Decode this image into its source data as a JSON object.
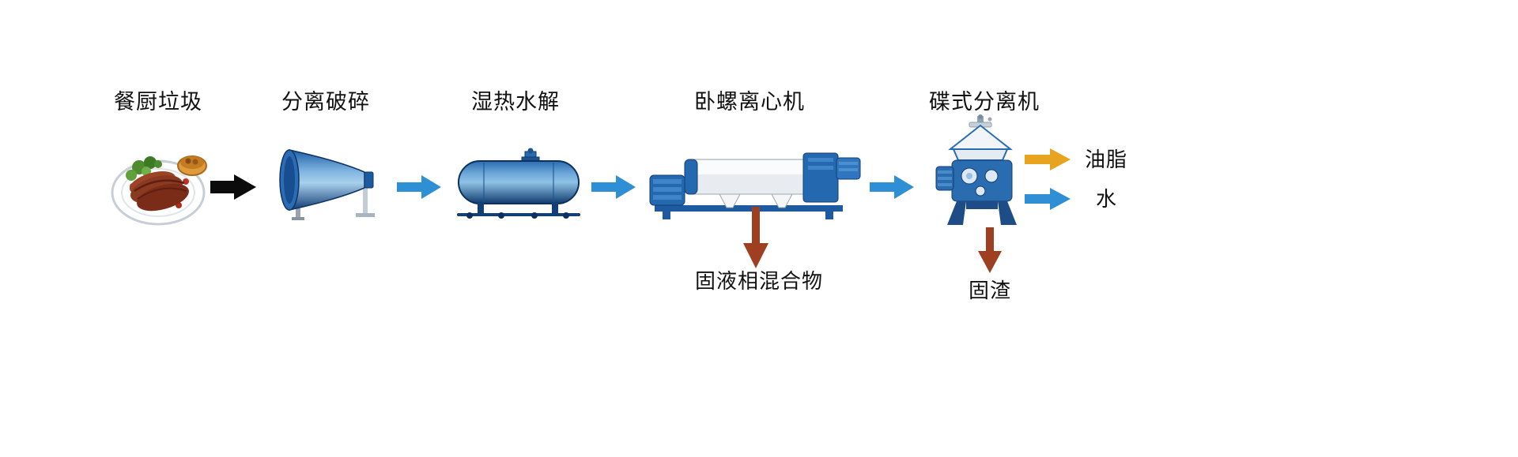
{
  "flow": {
    "stage_labels": [
      "餐厨垃圾",
      "分离破碎",
      "湿热水解",
      "卧螺离心机",
      "碟式分离机"
    ],
    "output_labels": {
      "mixture": "固液相混合物",
      "oil": "油脂",
      "water": "水",
      "residue": "固渣"
    },
    "equipment_icons": [
      "food-plate-illustration",
      "cone-crusher-illustration",
      "hydrolysis-tank-illustration",
      "decanter-centrifuge-illustration",
      "disc-separator-illustration"
    ]
  },
  "colors": {
    "arrow_black": "#0b0b0b",
    "arrow_blue": "#2e8fd5",
    "arrow_brown": "#9e3f22",
    "arrow_orange": "#e8a31f",
    "equipment_blue": "#2a6cb0"
  }
}
